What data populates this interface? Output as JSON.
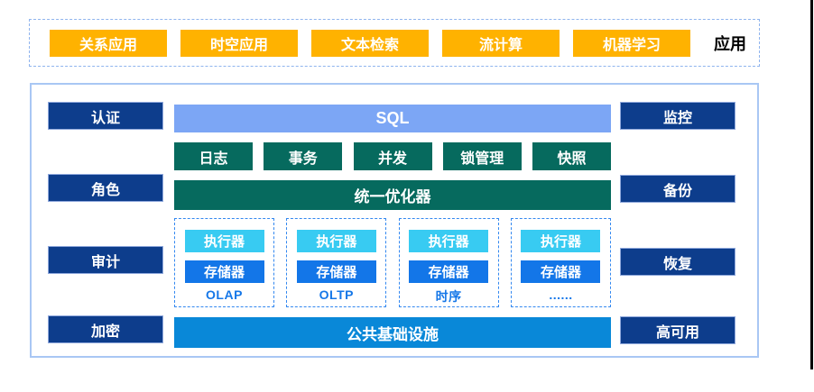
{
  "app_layer": {
    "items": [
      "关系应用",
      "时空应用",
      "文本检索",
      "流计算",
      "机器学习"
    ],
    "label": "应用"
  },
  "security_pillars": {
    "items": [
      "认证",
      "角色",
      "审计",
      "加密"
    ]
  },
  "ops_pillars": {
    "items": [
      "监控",
      "备份",
      "恢复",
      "高可用"
    ]
  },
  "core": {
    "sql_label": "SQL",
    "modules": [
      "日志",
      "事务",
      "并发",
      "锁管理",
      "快照"
    ],
    "optimizer_label": "统一优化器",
    "engines": [
      {
        "executor": "执行器",
        "storage": "存储器",
        "label": "OLAP"
      },
      {
        "executor": "执行器",
        "storage": "存储器",
        "label": "OLTP"
      },
      {
        "executor": "执行器",
        "storage": "存储器",
        "label": "时序"
      },
      {
        "executor": "执行器",
        "storage": "存储器",
        "label": "......"
      }
    ],
    "infrastructure_label": "公共基础设施"
  },
  "colors": {
    "app_orange": "#FFB200",
    "pillar_navy": "#0D3D8C",
    "sql_blue": "#7CA6F5",
    "module_teal": "#066A5E",
    "executor_cyan": "#38CBF2",
    "storage_blue": "#1376E8",
    "infra_blue": "#0988D8",
    "engine_label_blue": "#1577E8",
    "outer_dashed_blue": "#8FB4EE",
    "engine_dashed_blue": "#3388F0",
    "main_border_blue": "#A9C7F4",
    "page_edge_black": "#000000"
  }
}
